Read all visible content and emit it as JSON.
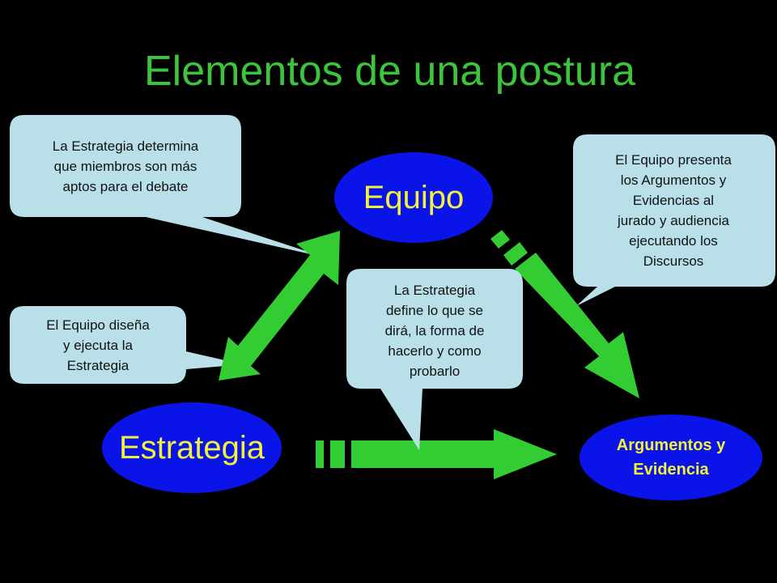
{
  "title": "Elementos de una postura",
  "nodes": {
    "equipo": "Equipo",
    "estrategia": "Estrategia",
    "argumentos": "Argumentos y\nEvidencia"
  },
  "callouts": {
    "estrategia_miembros": "La Estrategia determina\nque miembros son más\naptos para el debate",
    "equipo_presenta": "El Equipo presenta\nlos Argumentos y\nEvidencias  al\njurado y audiencia\nejecutando los\nDiscursos",
    "equipo_disena": "El Equipo diseña\ny ejecuta la\nEstrategia",
    "estrategia_define": "La Estrategia\ndefine lo que se\ndirá, la forma de\nhacerlo y como\nprobarlo"
  },
  "colors": {
    "background": "#000000",
    "title": "#3cc43c",
    "arrow": "#33cc33",
    "node_fill": "#0a14e8",
    "node_text": "#f2f23c",
    "callout_fill": "#b9e0e8"
  }
}
